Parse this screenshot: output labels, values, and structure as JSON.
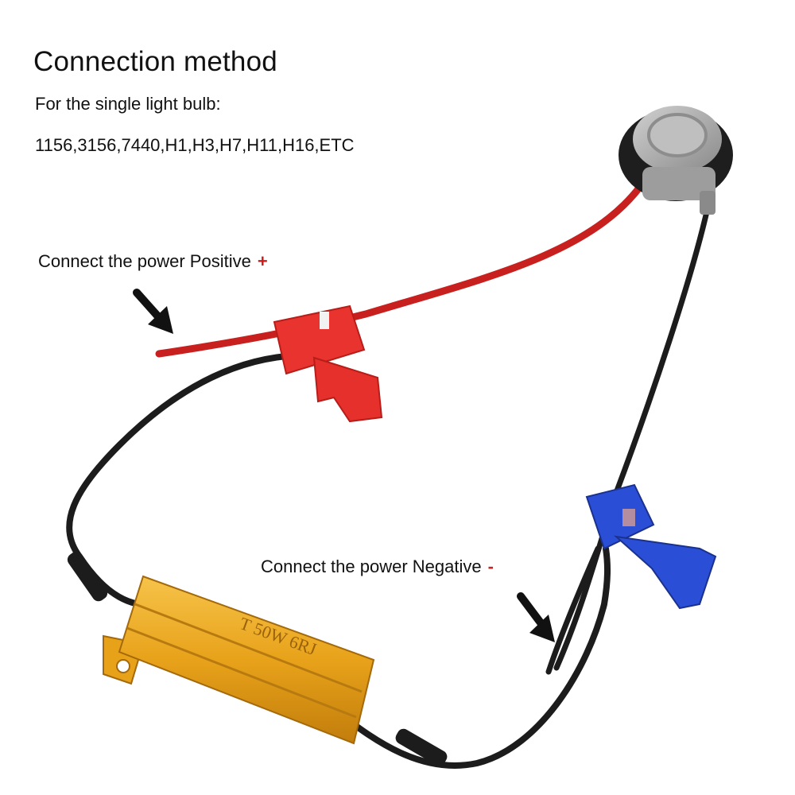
{
  "title": "Connection method",
  "subtitle": "For the single light bulb:",
  "bulb_types": "1156,3156,7440,H1,H3,H7,H11,H16,ETC",
  "labels": {
    "positive_text": "Connect the power Positive",
    "positive_sign": "+",
    "negative_text": "Connect the power Negative",
    "negative_sign": "-"
  },
  "resistor_marking": "T 50W 6RJ",
  "colors": {
    "positive": "#cc1a1a",
    "negative": "#d12020",
    "red_wire": "#c8201e",
    "red_connector": "#e8332e",
    "blue_connector": "#2a4fd6",
    "resistor_gold": "#e8a21a",
    "socket_gray": "#a8a8a8",
    "wire_black": "#1c1c1c"
  }
}
